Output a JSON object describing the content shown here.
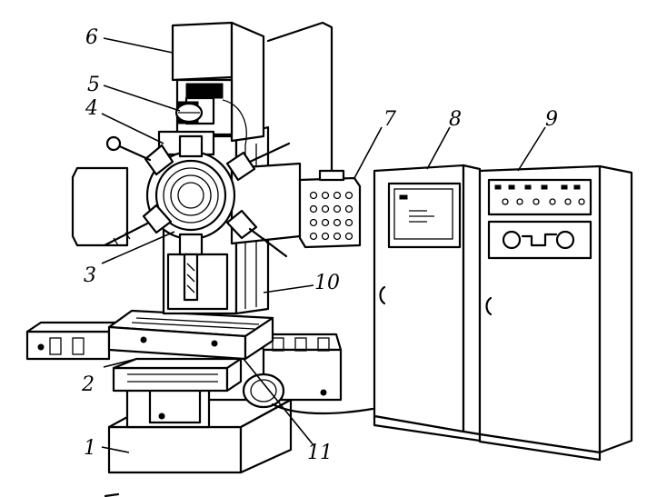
{
  "figure": {
    "callouts": [
      {
        "id": "c1",
        "label": "1"
      },
      {
        "id": "c2",
        "label": "2"
      },
      {
        "id": "c3",
        "label": "3"
      },
      {
        "id": "c4",
        "label": "4"
      },
      {
        "id": "c5",
        "label": "5"
      },
      {
        "id": "c6",
        "label": "6"
      },
      {
        "id": "c7",
        "label": "7"
      },
      {
        "id": "c8",
        "label": "8"
      },
      {
        "id": "c9",
        "label": "9"
      },
      {
        "id": "c10",
        "label": "10"
      },
      {
        "id": "c11",
        "label": "11"
      }
    ]
  }
}
